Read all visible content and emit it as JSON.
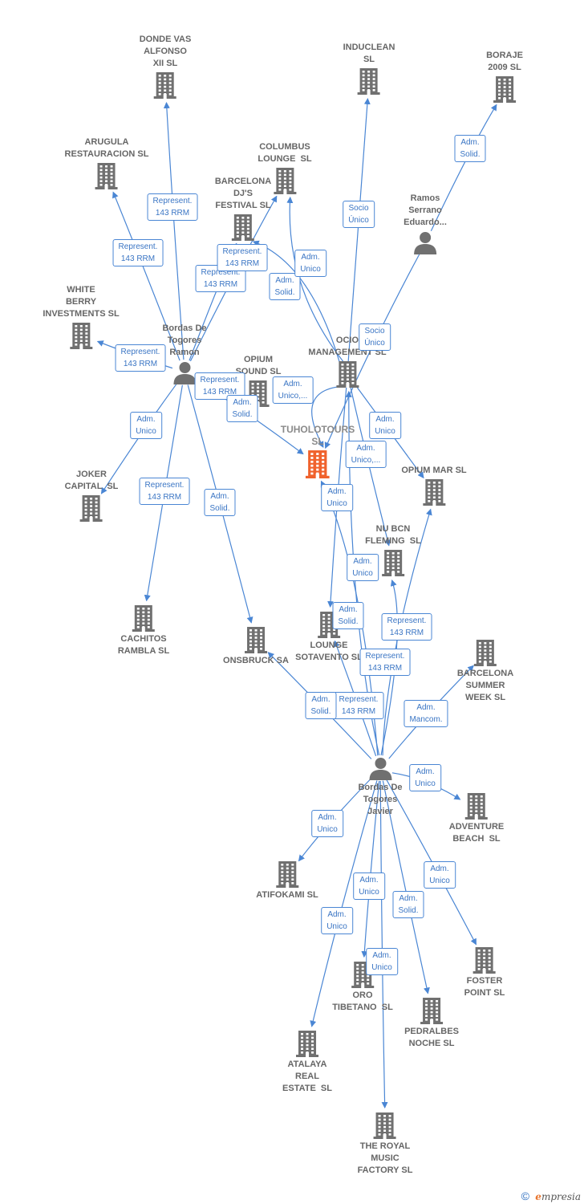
{
  "colors": {
    "edge": "#4a86d4",
    "company": "#707070",
    "focus_company": "#f0622d",
    "person": "#707070",
    "label": "#666666"
  },
  "nodes": [
    {
      "id": "donde",
      "type": "company",
      "label": "DONDE VAS\nALFONSO\nXII SL"
    },
    {
      "id": "induclean",
      "type": "company",
      "label": "INDUCLEAN\nSL"
    },
    {
      "id": "boraje",
      "type": "company",
      "label": "BORAJE\n2009 SL"
    },
    {
      "id": "arugula",
      "type": "company",
      "label": "ARUGULA\nRESTAURACION SL"
    },
    {
      "id": "columbus",
      "type": "company",
      "label": "COLUMBUS\nLOUNGE  SL"
    },
    {
      "id": "barcelona_djs",
      "type": "company",
      "label": "BARCELONA\nDJ'S\nFESTIVAL SL"
    },
    {
      "id": "ramos",
      "type": "person",
      "label": "Ramos\nSerrano\nEduardo..."
    },
    {
      "id": "white_berry",
      "type": "company",
      "label": "WHITE\nBERRY\nINVESTMENTS SL"
    },
    {
      "id": "ramon",
      "type": "person",
      "label": "Bordas De\nTogores\nRamon"
    },
    {
      "id": "ocio",
      "type": "company",
      "label": "OCIO\nMANAGEMENT SL"
    },
    {
      "id": "opium_sound",
      "type": "company",
      "label": "OPIUM\nSOUND SL"
    },
    {
      "id": "tuholotours",
      "type": "company",
      "label": "TUHOLOTOURS\nSL",
      "focus": true
    },
    {
      "id": "opium_mar",
      "type": "company",
      "label": "OPIUM MAR SL"
    },
    {
      "id": "joker",
      "type": "company",
      "label": "JOKER\nCAPITAL  SL"
    },
    {
      "id": "nu_bcn",
      "type": "company",
      "label": "NU BCN\nFLEMING  SL"
    },
    {
      "id": "cachitos",
      "type": "company",
      "label": "CACHITOS\nRAMBLA SL"
    },
    {
      "id": "onsbruck",
      "type": "company",
      "label": "ONSBRUCK SA"
    },
    {
      "id": "lounge_sotavento",
      "type": "company",
      "label": "LOUNGE\nSOTAVENTO SL"
    },
    {
      "id": "bcn_summer",
      "type": "company",
      "label": "BARCELONA\nSUMMER\nWEEK SL"
    },
    {
      "id": "javier",
      "type": "person",
      "label": "Bordas De\nTogores\nJavier"
    },
    {
      "id": "adventure",
      "type": "company",
      "label": "ADVENTURE\nBEACH  SL"
    },
    {
      "id": "atifokami",
      "type": "company",
      "label": "ATIFOKAMI SL"
    },
    {
      "id": "foster",
      "type": "company",
      "label": "FOSTER\nPOINT SL"
    },
    {
      "id": "oro",
      "type": "company",
      "label": "ORO\nTIBETANO  SL"
    },
    {
      "id": "pedralbes",
      "type": "company",
      "label": "PEDRALBES\nNOCHE SL"
    },
    {
      "id": "atalaya",
      "type": "company",
      "label": "ATALAYA\nREAL\nESTATE  SL"
    },
    {
      "id": "royal",
      "type": "company",
      "label": "THE ROYAL\nMUSIC\nFACTORY SL"
    }
  ],
  "edges": [
    {
      "from": "ramon",
      "to": "donde",
      "label": "Represent.\n143 RRM"
    },
    {
      "from": "ramon",
      "to": "arugula",
      "label": "Represent.\n143 RRM"
    },
    {
      "from": "ramon",
      "to": "barcelona_djs",
      "label": "Represent.\n143 RRM"
    },
    {
      "from": "ramon",
      "to": "columbus",
      "label": "Represent.\n143 RRM"
    },
    {
      "from": "ramon",
      "to": "white_berry",
      "label": "Represent.\n143 RRM"
    },
    {
      "from": "ramon",
      "to": "opium_sound",
      "label": "Represent.\n143 RRM"
    },
    {
      "from": "ramon",
      "to": "tuholotours",
      "label": "Adm.\nSolid."
    },
    {
      "from": "ramon",
      "to": "joker",
      "label": "Adm.\nUnico"
    },
    {
      "from": "ramon",
      "to": "cachitos",
      "label": "Represent.\n143 RRM"
    },
    {
      "from": "ramon",
      "to": "onsbruck",
      "label": "Adm.\nSolid."
    },
    {
      "from": "ocio",
      "to": "columbus",
      "label": "Adm.\nSolid."
    },
    {
      "from": "ocio",
      "to": "barcelona_djs",
      "label": "Adm.\nUnico"
    },
    {
      "from": "ocio",
      "to": "induclean",
      "label": "Socio\nÚnico"
    },
    {
      "from": "ocio",
      "to": "tuholotours",
      "label": "Adm.\nUnico,..."
    },
    {
      "from": "ocio",
      "to": "opium_mar",
      "label": "Adm.\nUnico"
    },
    {
      "from": "ocio",
      "to": "nu_bcn",
      "label": "Adm.\nUnico,..."
    },
    {
      "from": "ocio",
      "to": "lounge_sotavento",
      "label": "Adm.\nUnico"
    },
    {
      "from": "ramos",
      "to": "boraje",
      "label": "Adm.\nSolid."
    },
    {
      "from": "ramos",
      "to": "tuholotours",
      "label": "Socio\nÚnico"
    },
    {
      "from": "javier",
      "to": "tuholotours",
      "label": "Adm.\nUnico"
    },
    {
      "from": "javier",
      "to": "ocio",
      "label": "Adm.\nSolid."
    },
    {
      "from": "javier",
      "to": "nu_bcn",
      "label": "Represent.\n143 RRM"
    },
    {
      "from": "javier",
      "to": "opium_mar",
      "label": "Represent.\n143 RRM"
    },
    {
      "from": "javier",
      "to": "lounge_sotavento",
      "label": "Represent.\n143 RRM"
    },
    {
      "from": "javier",
      "to": "onsbruck",
      "label": "Adm.\nSolid."
    },
    {
      "from": "javier",
      "to": "bcn_summer",
      "label": "Adm.\nMancom."
    },
    {
      "from": "javier",
      "to": "adventure",
      "label": "Adm.\nUnico"
    },
    {
      "from": "javier",
      "to": "atifokami",
      "label": "Adm.\nUnico"
    },
    {
      "from": "javier",
      "to": "foster",
      "label": "Adm.\nUnico"
    },
    {
      "from": "javier",
      "to": "oro",
      "label": "Adm.\nUnico"
    },
    {
      "from": "javier",
      "to": "pedralbes",
      "label": "Adm.\nSolid."
    },
    {
      "from": "javier",
      "to": "atalaya",
      "label": "Adm.\nUnico"
    },
    {
      "from": "javier",
      "to": "royal",
      "label": "Adm.\nUnico"
    }
  ],
  "footer": {
    "copyright": "©",
    "brand_first": "e",
    "brand_rest": "mpresia"
  }
}
